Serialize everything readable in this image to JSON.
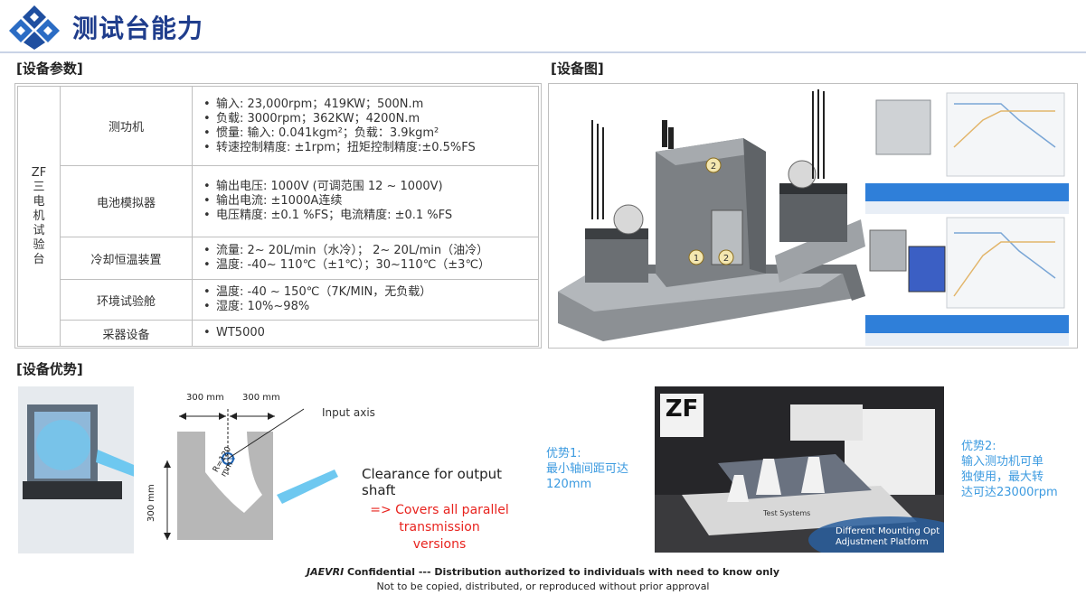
{
  "title": "测试台能力",
  "sections": {
    "params": "[设备参数]",
    "diagram": "[设备图]",
    "advantages": "[设备优势]"
  },
  "spec": {
    "group_label": [
      "ZF",
      "三",
      "电",
      "机",
      "试",
      "验",
      "台"
    ],
    "rows": [
      {
        "item": "测功机",
        "values": [
          "输入: 23,000rpm；419KW；500N.m",
          "负载: 3000rpm；362KW；4200N.m",
          "惯量: 输入: 0.041kgm²；负载：3.9kgm²",
          "转速控制精度: ±1rpm；扭矩控制精度:±0.5%FS"
        ]
      },
      {
        "item": "电池模拟器",
        "values": [
          "输出电压: 1000V (可调范围 12 ~ 1000V)",
          "输出电流: ±1000A连续",
          "电压精度: ±0.1 %FS；电流精度: ±0.1 %FS"
        ]
      },
      {
        "item": "冷却恒温装置",
        "values": [
          "流量: 2~ 20L/min（水冷）； 2~ 20L/min（油冷）",
          "温度: -40~ 110℃（±1℃）；30~110℃（±3℃）"
        ]
      },
      {
        "item": "环境试验舱",
        "values": [
          "温度: -40 ~ 150℃（7K/MIN，无负载）",
          "湿度: 10%~98%"
        ]
      },
      {
        "item": "采器设备",
        "values": [
          "WT5000"
        ]
      }
    ]
  },
  "diagram": {
    "labels": [
      "2",
      "1",
      "2"
    ]
  },
  "advantages": {
    "dim_left": "300 mm",
    "dim_right": "300 mm",
    "dim_vertical": "300 mm",
    "radius": "R=120 mm",
    "input_axis": "Input axis",
    "clearance": "Clearance for output shaft",
    "covers_line1": "=> Covers all parallel transmission",
    "covers_line2": "versions",
    "advantage1": [
      "优势1:",
      "最小轴间距可达",
      "120mm"
    ],
    "advantage2": [
      "优势2:",
      "输入测功机可单",
      "独使用，最大转",
      "达可达23000rpm"
    ],
    "photo_caption_line1": "Different Mounting Opt",
    "photo_caption_line2": "Adjustment Platform",
    "photo_brand": "ZF",
    "photo_plate": "Test Systems"
  },
  "footer": {
    "brand": "JAEVRI",
    "line1": " Confidential --- Distribution authorized to individuals with need to know only",
    "line2": "Not to be copied, distributed, or reproduced without prior approval"
  },
  "colors": {
    "title": "#1f3d8c",
    "accent_blue": "#3d9be0",
    "red_text": "#e8231e"
  }
}
